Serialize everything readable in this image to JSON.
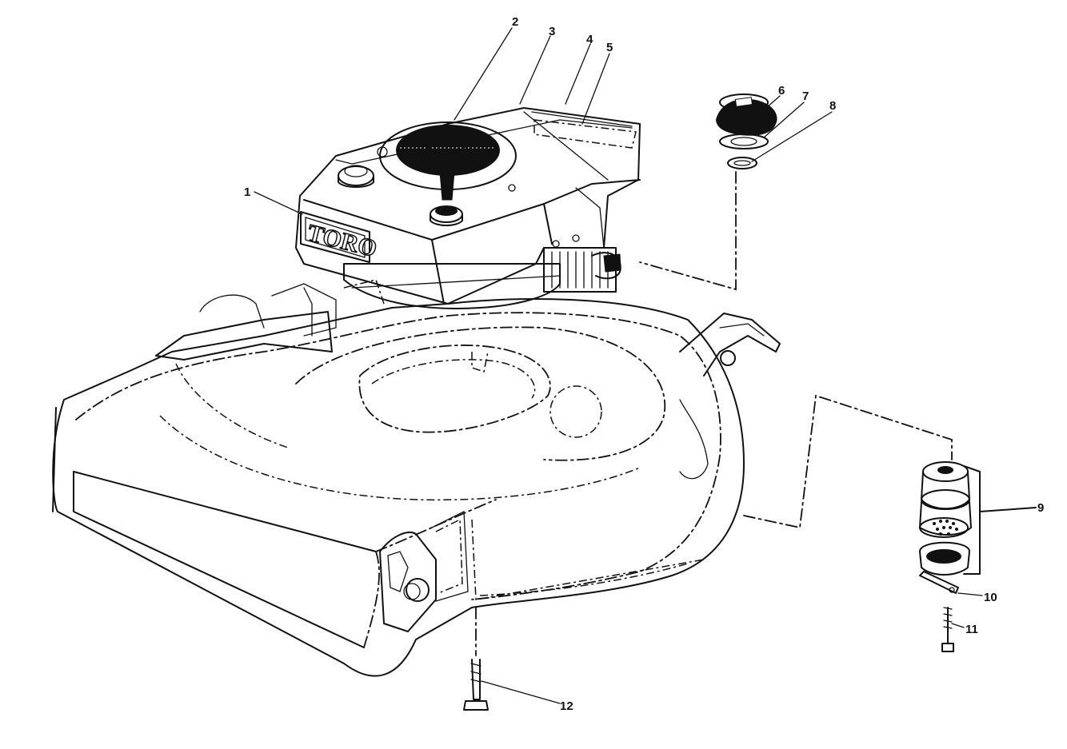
{
  "logo_text": "TORO",
  "callouts": [
    {
      "id": "1",
      "label": "1"
    },
    {
      "id": "2",
      "label": "2"
    },
    {
      "id": "3",
      "label": "3"
    },
    {
      "id": "4",
      "label": "4"
    },
    {
      "id": "5",
      "label": "5"
    },
    {
      "id": "6",
      "label": "6"
    },
    {
      "id": "7",
      "label": "7"
    },
    {
      "id": "8",
      "label": "8"
    },
    {
      "id": "9",
      "label": "9"
    },
    {
      "id": "10",
      "label": "10"
    },
    {
      "id": "11",
      "label": "11"
    },
    {
      "id": "12",
      "label": "12"
    }
  ],
  "colors": {
    "line": "#111111",
    "background": "#ffffff"
  }
}
